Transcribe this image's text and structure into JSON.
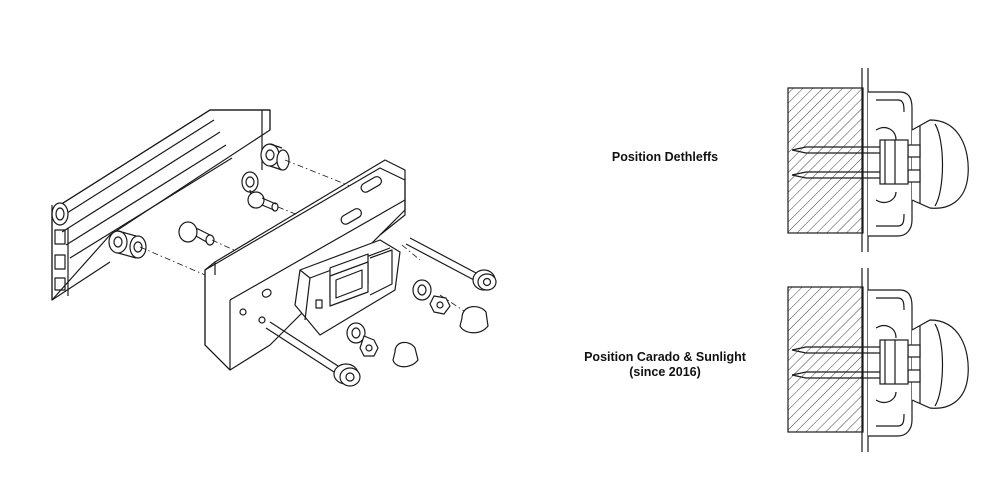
{
  "labels": {
    "position_dethleffs": "Position Dethleffs",
    "position_carado_line1": "Position Carado & Sunlight",
    "position_carado_line2": "(since 2016)"
  },
  "colors": {
    "line": "#1a1a1a",
    "background": "#ffffff",
    "hatch": "#444444"
  }
}
